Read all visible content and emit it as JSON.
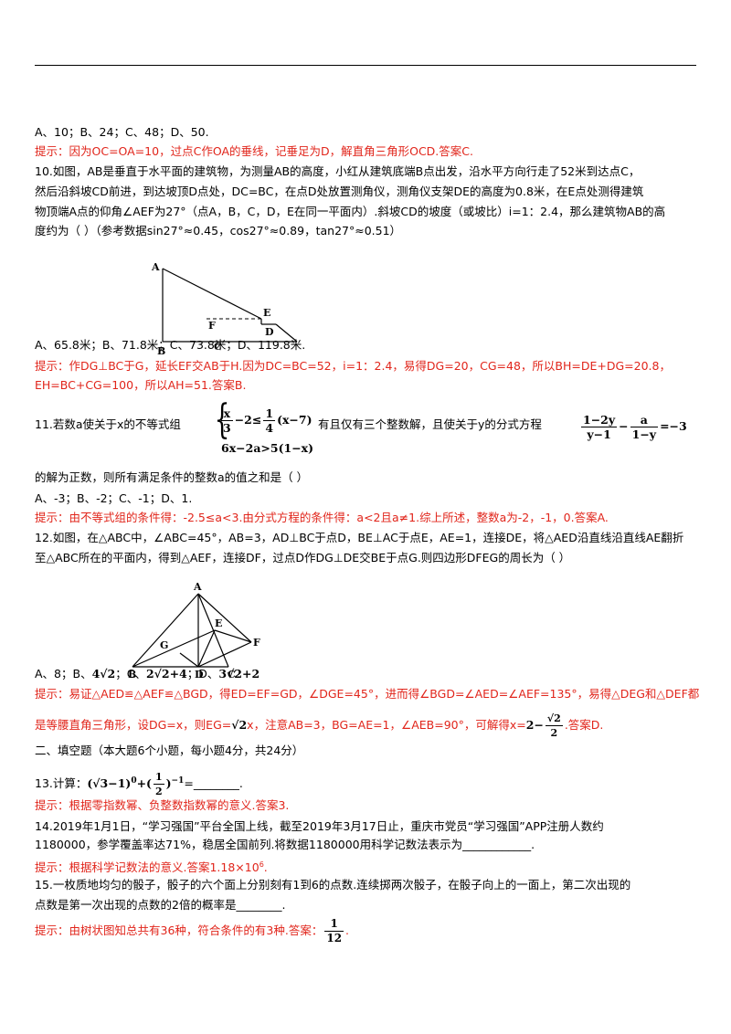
{
  "options_q9": "A、10；B、24；C、48；D、50.",
  "hint_q9": "提示：因为OC=OA=10，过点C作OA的垂线，记垂足为D，解直角三角形OCD.答案C.",
  "q10": {
    "line1": "10.如图，AB是垂直于水平面的建筑物，为测量AB的高度，小红从建筑底端B点出发，沿水平方向行走了52米到达点C，",
    "line2": "然后沿斜坡CD前进，到达坡顶D点处，DC=BC，在点D处放置测角仪，测角仪支架DE的高度为0.8米，在E点处测得建筑",
    "line3": "物顶端A点的仰角∠AEF为27°（点A，B，C，D，E在同一平面内）.斜坡CD的坡度（或坡比）i=1：2.4，那么建筑物AB的高",
    "line4": "度约为（        ）（参考数据sin27°≈0.45，cos27°≈0.89，tan27°≈0.51）",
    "fig_labels": {
      "A": "A",
      "B": "B",
      "C": "C",
      "D": "D",
      "E": "E",
      "F": "F"
    },
    "options": "A、65.8米；B、71.8米；C、73.8米；D、119.8米.",
    "hint_line1": "提示：作DG⊥BC于G，延长EF交AB于H.因为DC=BC=52，i=1：2.4，易得DG=20，CG=48，所以BH=DE+DG=20.8，",
    "hint_line2": "EH=BC+CG=100，所以AH=51.答案B."
  },
  "q11": {
    "prefix": "11.若数a使关于x的不等式组",
    "ineq1_a_num": "x",
    "ineq1_a_den": "3",
    "ineq1_mid": "−2≤",
    "ineq1_b_num": "1",
    "ineq1_b_den": "4",
    "ineq1_end": "(x−7)",
    "ineq2": "6x−2a>5(1−x)",
    "middle": "有且仅有三个整数解，且使关于y的分式方程",
    "eq_f1_num": "1−2y",
    "eq_f1_den": "y−1",
    "eq_minus": "−",
    "eq_f2_num": "a",
    "eq_f2_den": "1−y",
    "eq_rhs": "=−3",
    "line2": "的解为正数，则所有满足条件的整数a的值之和是（        ）",
    "options": "A、-3；B、-2；C、-1；D、1.",
    "hint": "提示：由不等式组的条件得：-2.5≤a<3.由分式方程的条件得：a<2且a≠1.综上所述，整数a为-2，-1，0.答案A."
  },
  "q12": {
    "line1": "12.如图，在△ABC中，∠ABC=45°，AB=3，AD⊥BC于点D，BE⊥AC于点E，AE=1，连接DE，将△AED沿直线沿直线AE翻折",
    "line2": "至△ABC所在的平面内，得到△AEF，连接DF，过点D作DG⊥DE交BE于点G.则四边形DFEG的周长为（        ）",
    "fig_labels": {
      "A": "A",
      "B": "B",
      "C": "C",
      "D": "D",
      "E": "E",
      "F": "F",
      "G": "G"
    },
    "opt_a": "A、8；B、",
    "opt_b": "4√2",
    "opt_c_label": "；C、",
    "opt_c": "2√2+4",
    "opt_d_label": "；D、",
    "opt_d": "3√2+2",
    "hint_line1": "提示：易证△AED≌△AEF≌△BGD，得ED=EF=GD，∠DGE=45°，进而得∠BGD=∠AED=∠AEF=135°，易得△DEG和△DEF都",
    "hint_line2_a": "是等腰直角三角形，设DG=x，则EG=",
    "hint_line2_b": "√2",
    "hint_line2_c": "x，注意AB=3，BG=AE=1，∠AEB=90°，可解得x=",
    "hint_line2_d": "2−",
    "hint_frac_num": "√2",
    "hint_frac_den": "2",
    "hint_line2_e": ".答案D."
  },
  "section2": "二、填空题（本大题6个小题，每小题4分，共24分）",
  "q13": {
    "prefix": "13.计算：",
    "expr_a": "(√3−1)",
    "exp0": "0",
    "plus": "+(",
    "half_num": "1",
    "half_den": "2",
    "close": ")",
    "exp_neg1": "−1",
    "blank": "=________.",
    "hint": "提示：根据零指数幂、负整数指数幂的意义.答案3."
  },
  "q14": {
    "line1": "14.2019年1月1日，“学习强国”平台全国上线，截至2019年3月17日止，重庆市党员“学习强国”APP注册人数约",
    "line2": "1180000，参学覆盖率达71%，稳居全国前列.将数据1180000用科学记数法表示为____________.",
    "hint_main": "提示：根据科学记数法的意义.答案1.18×10",
    "hint_exp": "6",
    "hint_end": "."
  },
  "q15": {
    "line1": "15.一枚质地均匀的骰子，骰子的六个面上分别刻有1到6的点数.连续掷两次骰子，在骰子向上的一面上，第二次出现的",
    "line2": "点数是第一次出现的点数的2倍的概率是________.",
    "hint_main": "提示：由树状图知总共有36种，符合条件的有3种.答案：",
    "ans_num": "1",
    "ans_den": "12",
    "hint_end": "."
  }
}
